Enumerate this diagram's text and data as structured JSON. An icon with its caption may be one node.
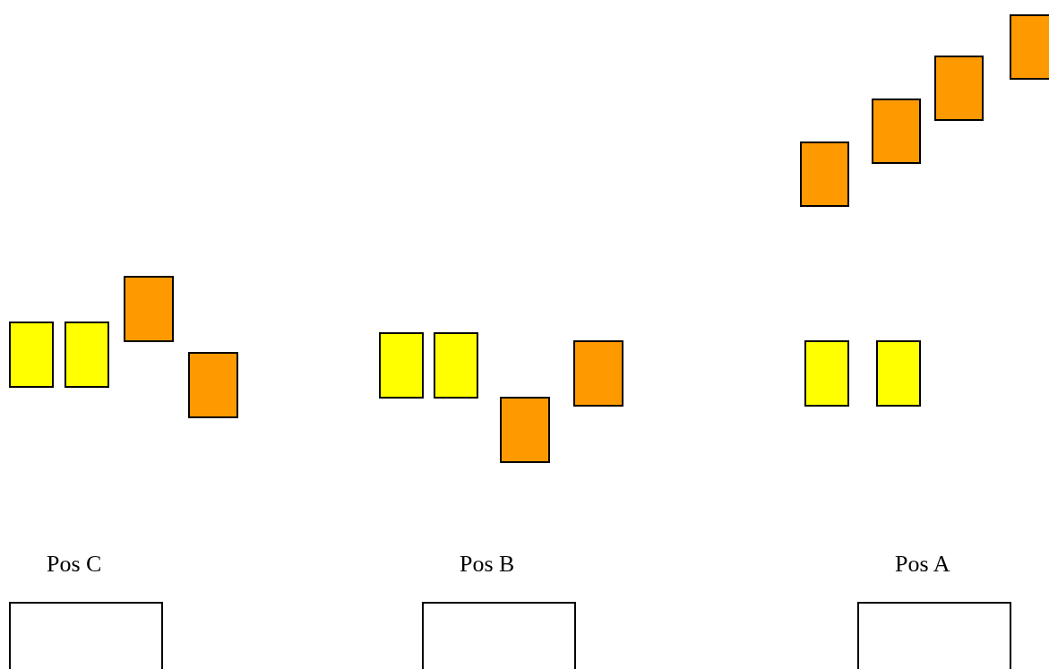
{
  "diagram": {
    "nodes": [
      {
        "text": [],
        "shape": "box"
      },
      {
        "text": [],
        "shape": "box"
      },
      {
        "text": [],
        "shape": "box"
      },
      {
        "text": [],
        "shape": "box"
      },
      {
        "text": [],
        "shape": "box"
      },
      {
        "text": [],
        "shape": "box"
      },
      {
        "text": [],
        "shape": "box"
      },
      {
        "text": [],
        "shape": "box"
      },
      {
        "text": [],
        "shape": "box"
      },
      {
        "text": [],
        "shape": "box"
      },
      {
        "text": [],
        "shape": "box"
      },
      {
        "text": [],
        "shape": "box"
      },
      {
        "text": [],
        "shape": "box"
      },
      {
        "text": [],
        "shape": "box"
      },
      {
        "text": [],
        "shape": "box",
        "beside": [
          "Pos C"
        ]
      },
      {
        "text": [],
        "shape": "box",
        "beside": [
          "Pos B"
        ]
      },
      {
        "text": [],
        "shape": "box",
        "beside": [
          "Pos A"
        ]
      }
    ]
  }
}
